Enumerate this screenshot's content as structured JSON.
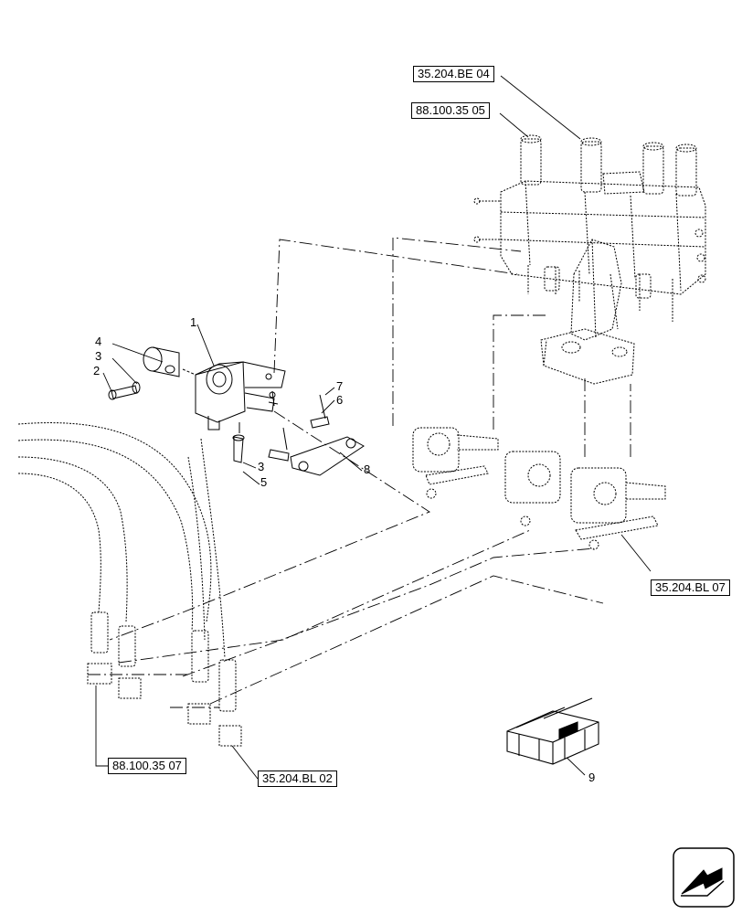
{
  "references": {
    "ref_be04": "35.204.BE 04",
    "ref_8810035_05": "88.100.35 05",
    "ref_bl07": "35.204.BL 07",
    "ref_8810035_07": "88.100.35 07",
    "ref_bl02": "35.204.BL 02"
  },
  "callouts": {
    "c1": "1",
    "c2": "2",
    "c3a": "3",
    "c3b": "3",
    "c4": "4",
    "c5": "5",
    "c6": "6",
    "c7": "7",
    "c8": "8",
    "c9": "9"
  },
  "icons": {
    "nav_arrow": "navigation-arrow-icon",
    "parts_kit": "parts-kit-crate-icon"
  },
  "colors": {
    "line": "#000000",
    "background": "#ffffff",
    "fill": "#ffffff"
  }
}
